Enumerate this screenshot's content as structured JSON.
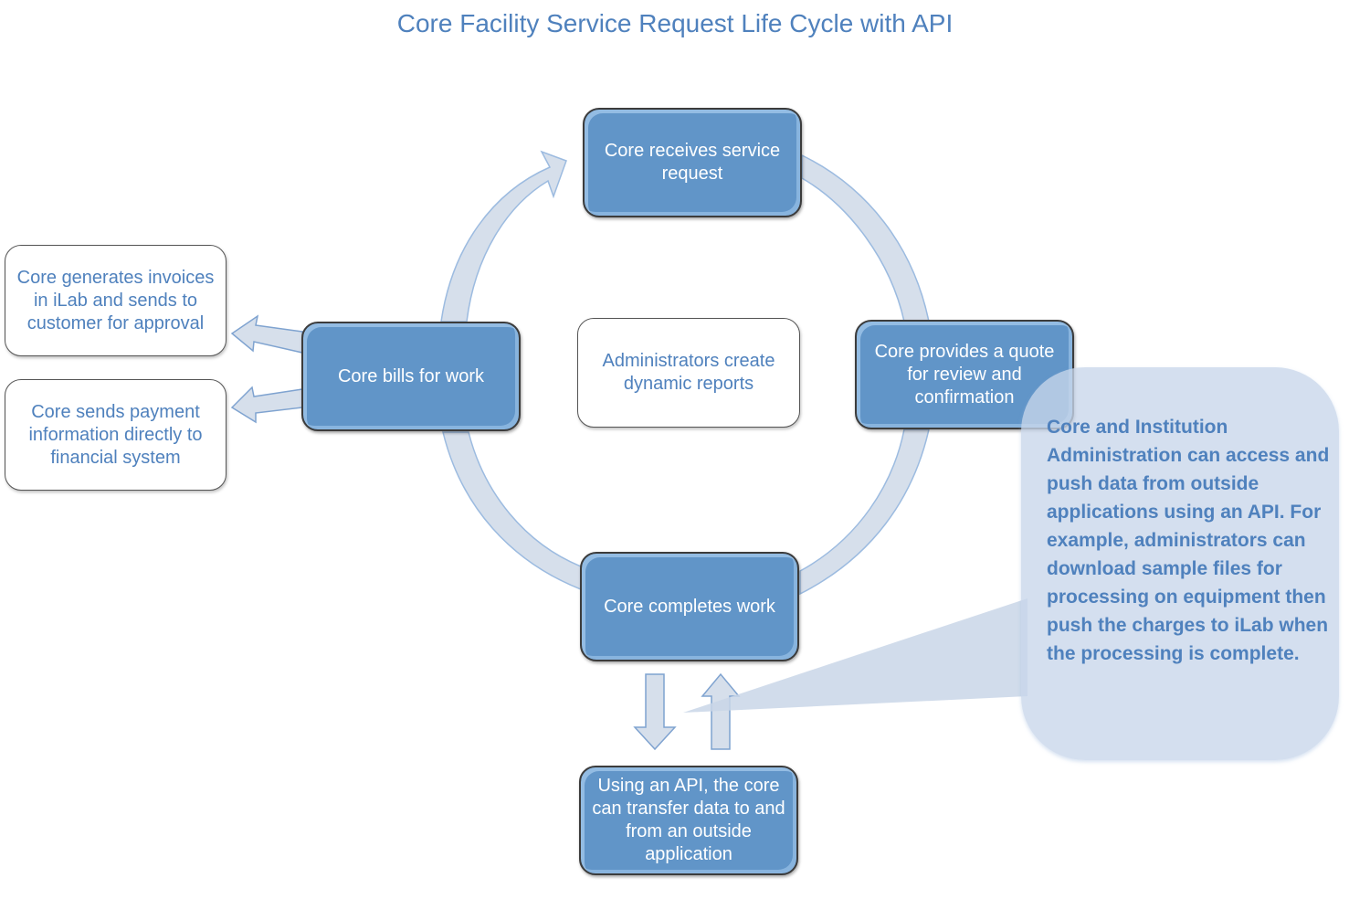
{
  "title": "Core Facility Service Request Life Cycle with API",
  "colors": {
    "title_text": "#4f81bd",
    "node_fill": "#6195c8",
    "node_text": "#ffffff",
    "arrow_fill": "#d6dfeb",
    "arrow_stroke": "#9cbbe0",
    "callout_fill": "#d3ddeb",
    "callout_text": "#4f81bd"
  },
  "cycle_nodes": [
    {
      "id": "receive",
      "label": "Core receives service request"
    },
    {
      "id": "quote",
      "label": "Core provides a quote for review and confirmation"
    },
    {
      "id": "complete",
      "label": "Core completes work"
    },
    {
      "id": "bill",
      "label": "Core bills for work"
    }
  ],
  "center_note": {
    "label": "Administrators create dynamic reports"
  },
  "billing_outputs": [
    {
      "label": "Core generates invoices in iLab and sends to customer for approval"
    },
    {
      "label": "Core sends payment information directly to financial system"
    }
  ],
  "api_node": {
    "label": "Using an API, the core can transfer data to and from an outside application"
  },
  "callout": {
    "text": "Core and Institution Administration can access and push data from outside applications using an API. For example, administrators can download sample files for processing on equipment then push the charges to iLab when the processing is complete."
  }
}
